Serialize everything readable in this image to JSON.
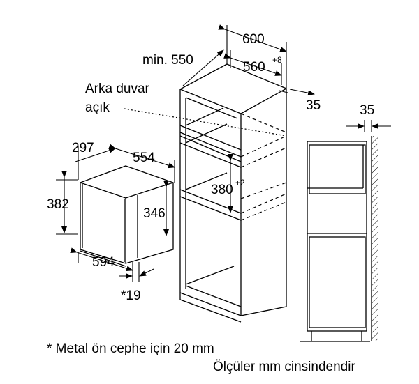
{
  "labels": {
    "depth_min": "min. 550",
    "width_outer": "600",
    "width_inner": "560",
    "width_inner_tol": "+8",
    "back_wall_line1": "Arka duvar",
    "back_wall_line2": "açık",
    "gap_side": "35",
    "gap_wall": "35",
    "mw_depth": "297",
    "mw_width": "554",
    "mw_height": "382",
    "mw_inner_height": "346",
    "mw_front_width": "594",
    "mw_front_offset": "*19",
    "niche_height": "380",
    "niche_height_tol": "+2"
  },
  "notes": {
    "footnote": "* Metal ön cephe için 20 mm",
    "units": "Ölçüler mm cinsindendir"
  },
  "colors": {
    "line": "#000000",
    "background": "#ffffff"
  }
}
